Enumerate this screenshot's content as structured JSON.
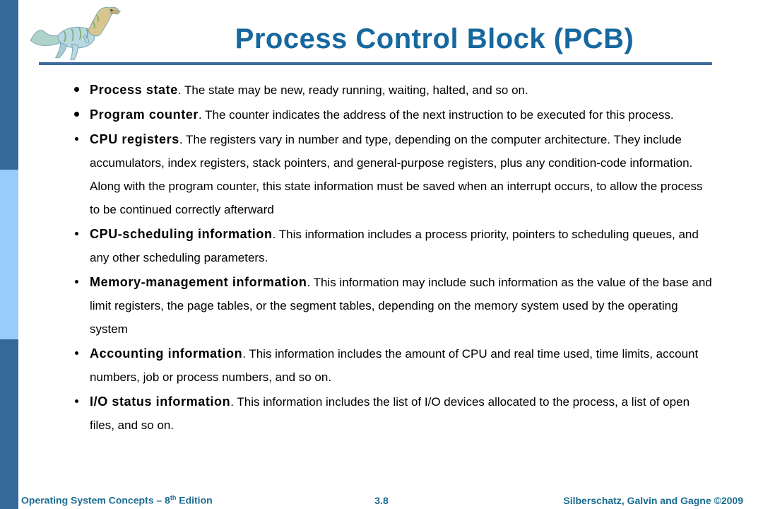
{
  "header": {
    "title": "Process Control Block (PCB)"
  },
  "icons": {
    "logo": "dinosaur-logo"
  },
  "bullets": [
    {
      "head": "Process state",
      "rest": ". The state may be new, ready running, waiting, halted, and so on."
    },
    {
      "head": "Program counter",
      "rest": ". The counter indicates the address of the next instruction to be executed for this process."
    },
    {
      "head": "CPU registers",
      "rest": ". The registers vary in number and type, depending on the computer architecture. They include accumulators, index registers, stack pointers, and general-purpose registers, plus any condition-code information. Along with the program counter, this state information must be saved when an interrupt occurs, to allow the process to be continued correctly afterward"
    },
    {
      "head": "CPU-scheduling information",
      "rest": ". This information includes a process priority, pointers to scheduling queues, and any other scheduling parameters."
    },
    {
      "head": "Memory-management information",
      "rest": ". This information may include such information as the value of the base and limit registers, the page tables, or the segment tables, depending on the memory system used by the operating system"
    },
    {
      "head": "Accounting information",
      "rest": ". This information includes the amount of CPU and real time used, time limits, account numbers, job or process numbers, and so on."
    },
    {
      "head": "I/O status information",
      "rest": ". This information includes the list of I/O devices allocated to the process, a list of open files, and so on."
    }
  ],
  "footer": {
    "book": "Operating System Concepts – 8",
    "edition_sup": "th",
    "edition_rest": " Edition",
    "page": "3.8",
    "authors": "Silberschatz, Galvin and Gagne ©2009"
  },
  "colors": {
    "title_blue": "#16689E",
    "rule_blue": "#3D6B9E",
    "sidebar_dark": "#36689B",
    "sidebar_light": "#99CBFB",
    "footer_teal": "#196B8F"
  }
}
